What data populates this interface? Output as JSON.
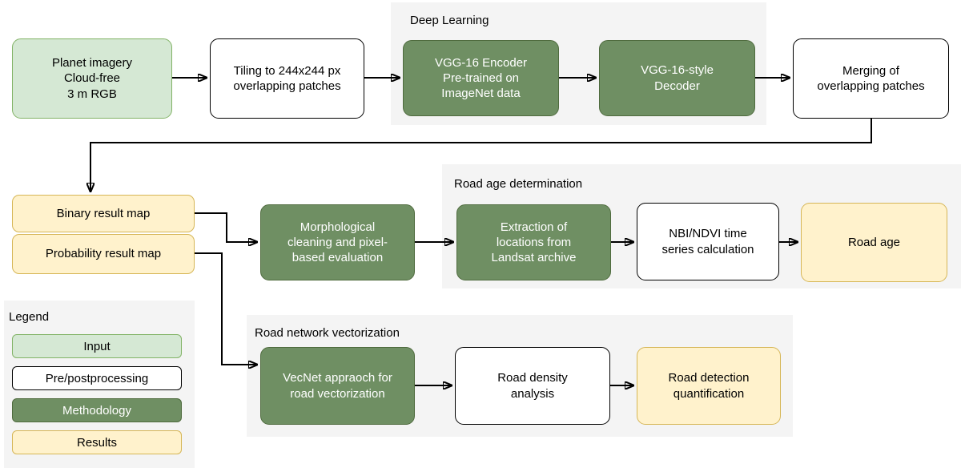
{
  "sections": {
    "deep_learning": {
      "label": "Deep Learning"
    },
    "road_age": {
      "label": "Road age determination"
    },
    "road_network": {
      "label": "Road network vectorization"
    },
    "legend": {
      "label": "Legend"
    }
  },
  "nodes": {
    "planet": {
      "label": "Planet imagery\nCloud-free\n3 m RGB",
      "type": "input"
    },
    "tiling": {
      "label": "Tiling to 244x244 px\noverlapping patches",
      "type": "process"
    },
    "encoder": {
      "label": "VGG-16 Encoder\nPre-trained on\nImageNet data",
      "type": "methodology"
    },
    "decoder": {
      "label": "VGG-16-style\nDecoder",
      "type": "methodology"
    },
    "merging": {
      "label": "Merging of\noverlapping patches",
      "type": "process"
    },
    "binary": {
      "label": "Binary result map",
      "type": "results"
    },
    "probability": {
      "label": "Probability result map",
      "type": "results"
    },
    "morphological": {
      "label": "Morphological\ncleaning and pixel-\nbased evaluation",
      "type": "methodology"
    },
    "extraction": {
      "label": "Extraction of\nlocations from\nLandsat archive",
      "type": "methodology"
    },
    "nbi_ndvi": {
      "label": "NBI/NDVI time\nseries calculation",
      "type": "process"
    },
    "road_age": {
      "label": "Road age",
      "type": "results"
    },
    "vecnet": {
      "label": "VecNet appraoch for\nroad vectorization",
      "type": "methodology"
    },
    "road_density": {
      "label": "Road density\nanalysis",
      "type": "process"
    },
    "road_detection": {
      "label": "Road detection\nquantification",
      "type": "results"
    }
  },
  "legend_items": [
    {
      "label": "Input",
      "type": "input"
    },
    {
      "label": "Pre/postprocessing",
      "type": "process"
    },
    {
      "label": "Methodology",
      "type": "methodology"
    },
    {
      "label": "Results",
      "type": "results"
    }
  ],
  "palette": {
    "input_fill": "#d5e8d4",
    "input_border": "#82b366",
    "process_fill": "#ffffff",
    "process_border": "#000000",
    "methodology_fill": "#6f8f63",
    "methodology_border": "#4f6b3e",
    "methodology_text": "#ffffff",
    "results_fill": "#fff2cc",
    "results_border": "#d6b656",
    "section_background": "#f4f4f4",
    "connector": "#000000"
  }
}
